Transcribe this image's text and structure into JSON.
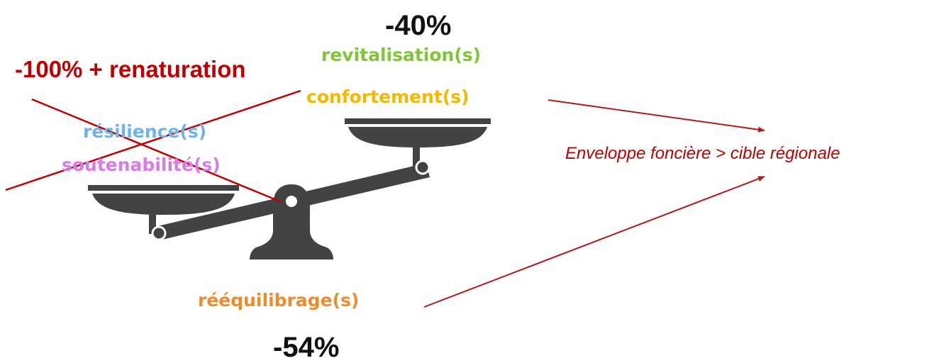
{
  "labels": {
    "pct_top": "-40%",
    "pct_bottom": "-54%",
    "renaturation": "-100% + renaturation",
    "revitalisation": "revitalisation(s)",
    "confortement": "confortement(s)",
    "resilience": "résilience(s)",
    "soutenabilite": "soutenabilité(s)",
    "reequilibrage": "rééquilibrage(s)",
    "enveloppe": "Enveloppe foncière > cible régionale"
  },
  "colors": {
    "scale": "#434344",
    "dark_red": "#c00000",
    "arrow": "#b11a1a",
    "green": "#7dc832",
    "gold": "#f5b800",
    "blue": "#6cb5ec",
    "violet": "#d97ae8",
    "orange": "#f38a2a",
    "black": "#111111"
  },
  "icons": {
    "scale": "balance-scale-icon",
    "cross": "cross-out-icon",
    "arrows": "arrow-icon"
  }
}
